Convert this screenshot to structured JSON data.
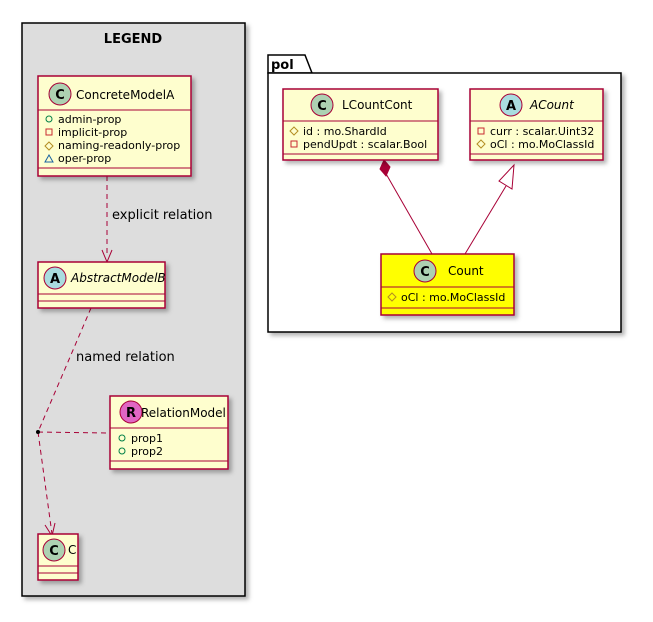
{
  "legend": {
    "title": "LEGEND",
    "concrete": {
      "stereo": "C",
      "name": "ConcreteModelA",
      "props": [
        {
          "vis": "+",
          "text": "admin-prop"
        },
        {
          "vis": "-",
          "text": "implicit-prop"
        },
        {
          "vis": "#",
          "text": "naming-readonly-prop"
        },
        {
          "vis": "~",
          "text": "oper-prop"
        }
      ]
    },
    "explicit_label": "explicit relation",
    "abstract": {
      "stereo": "A",
      "name": "AbstractModelB"
    },
    "named_label": "named relation",
    "relation": {
      "stereo": "R",
      "name": "RelationModel",
      "props": [
        {
          "vis": "+",
          "text": "prop1"
        },
        {
          "vis": "+",
          "text": "prop2"
        }
      ]
    },
    "c_class": {
      "stereo": "C",
      "name": "C"
    }
  },
  "package": {
    "name": "pol",
    "lcount": {
      "stereo": "C",
      "name": "LCountCont",
      "props": [
        {
          "vis": "#",
          "text": "id : mo.ShardId"
        },
        {
          "vis": "-",
          "text": "pendUpdt : scalar.Bool"
        }
      ]
    },
    "acount": {
      "stereo": "A",
      "name": "ACount",
      "props": [
        {
          "vis": "-",
          "text": "curr : scalar.Uint32"
        },
        {
          "vis": "#",
          "text": "oCl : mo.MoClassId"
        }
      ]
    },
    "count": {
      "stereo": "C",
      "name": "Count",
      "props": [
        {
          "vis": "#",
          "text": "oCl : mo.MoClassId"
        }
      ]
    }
  },
  "colors": {
    "class_fill": "#FEFECE",
    "class_border": "#A80036",
    "highlight_fill": "#FFFF00",
    "circle_c": "#ADD1B2",
    "circle_a": "#A9DCDF",
    "circle_r": "#E066C4",
    "legend_bg": "#DDDDDD"
  }
}
